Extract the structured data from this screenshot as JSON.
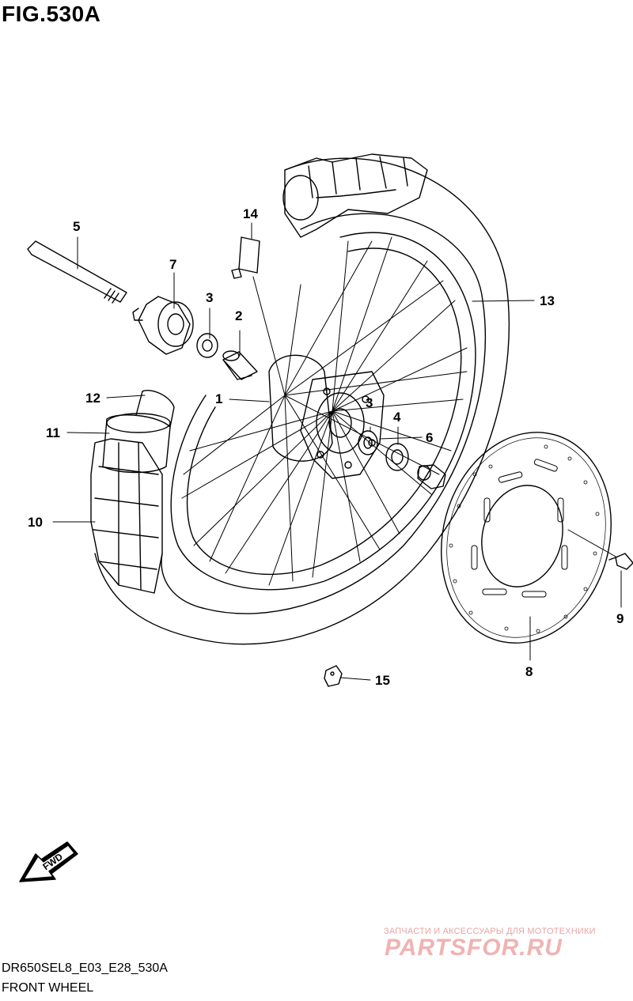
{
  "figure": {
    "title": "FIG.530A"
  },
  "callouts": [
    {
      "id": "c1",
      "label": "1"
    },
    {
      "id": "c2",
      "label": "2"
    },
    {
      "id": "c3a",
      "label": "3"
    },
    {
      "id": "c3b",
      "label": "3"
    },
    {
      "id": "c4",
      "label": "4"
    },
    {
      "id": "c5",
      "label": "5"
    },
    {
      "id": "c6",
      "label": "6"
    },
    {
      "id": "c7",
      "label": "7"
    },
    {
      "id": "c8",
      "label": "8"
    },
    {
      "id": "c9",
      "label": "9"
    },
    {
      "id": "c10",
      "label": "10"
    },
    {
      "id": "c11",
      "label": "11"
    },
    {
      "id": "c12",
      "label": "12"
    },
    {
      "id": "c13",
      "label": "13"
    },
    {
      "id": "c14",
      "label": "14"
    },
    {
      "id": "c15",
      "label": "15"
    }
  ],
  "fwd_arrow": {
    "label": "FWD"
  },
  "footer": {
    "code": "DR650SEL8_E03_E28_530A",
    "name": "FRONT WHEEL"
  },
  "watermark": {
    "subtitle": "ЗАПЧАСТИ И АКСЕССУАРЫ ДЛЯ МОТОТЕХНИКИ",
    "logo": "PARTSFOR.RU"
  },
  "colors": {
    "line": "#000000",
    "watermark": "#f0b3b3"
  }
}
